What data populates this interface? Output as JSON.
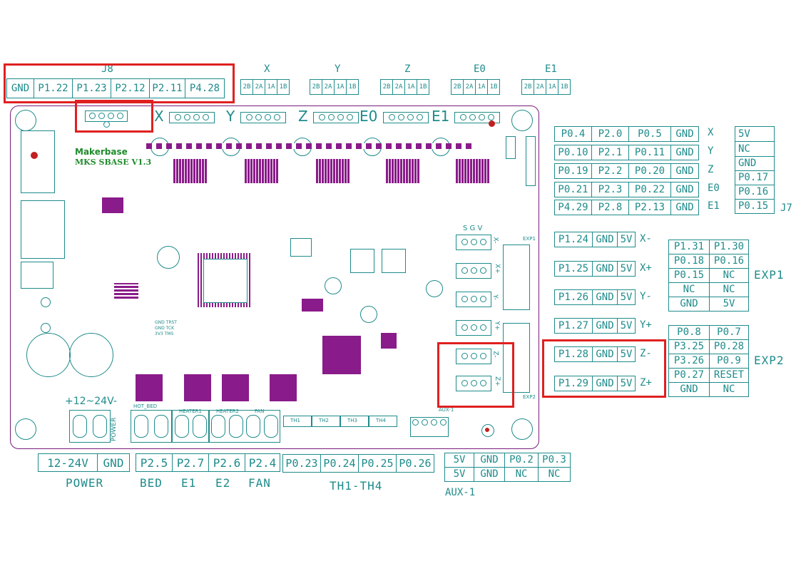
{
  "top": {
    "j8_label": "J8",
    "j8_pins": [
      "GND",
      "P1.22",
      "P1.23",
      "P2.12",
      "P2.11",
      "P4.28"
    ],
    "motor_headers": [
      {
        "label": "X",
        "pins": [
          "2B",
          "2A",
          "1A",
          "1B"
        ]
      },
      {
        "label": "Y",
        "pins": [
          "2B",
          "2A",
          "1A",
          "1B"
        ]
      },
      {
        "label": "Z",
        "pins": [
          "2B",
          "2A",
          "1A",
          "1B"
        ]
      },
      {
        "label": "E0",
        "pins": [
          "2B",
          "2A",
          "1A",
          "1B"
        ]
      },
      {
        "label": "E1",
        "pins": [
          "2B",
          "2A",
          "1A",
          "1B"
        ]
      }
    ]
  },
  "board": {
    "brand": "Makerbase",
    "model": "MKS SBASE V1.3",
    "axis_labels": [
      "X",
      "Y",
      "Z",
      "E0",
      "E1"
    ],
    "power_label": "+12~24V-",
    "power_vertical": "POWER",
    "sgv": "S G V",
    "endstop_side": [
      "X-",
      "X+",
      "Y-",
      "Y+",
      "Z-",
      "Z+"
    ],
    "terminal_labels": [
      "HOT_BED",
      "HEATER1",
      "HEATER2",
      "FAN"
    ],
    "thermistor_labels": [
      "TH1",
      "TH2",
      "TH3",
      "TH4"
    ],
    "aux_label": "AUX-1",
    "exp_labels": [
      "EXP1",
      "EXP2"
    ],
    "jtag_text": [
      "GND TRST",
      "GND TCK",
      "3V3 TMS"
    ]
  },
  "driver_pins": {
    "rows": [
      {
        "cells": [
          "P0.4",
          "P2.0",
          "P0.5",
          "GND"
        ],
        "axis": "X"
      },
      {
        "cells": [
          "P0.10",
          "P2.1",
          "P0.11",
          "GND"
        ],
        "axis": "Y"
      },
      {
        "cells": [
          "P0.19",
          "P2.2",
          "P0.20",
          "GND"
        ],
        "axis": "Z"
      },
      {
        "cells": [
          "P0.21",
          "P2.3",
          "P0.22",
          "GND"
        ],
        "axis": "E0"
      },
      {
        "cells": [
          "P4.29",
          "P2.8",
          "P2.13",
          "GND"
        ],
        "axis": "E1"
      }
    ],
    "j7_pins": [
      "5V",
      "NC",
      "GND",
      "P0.17",
      "P0.16",
      "P0.15"
    ],
    "j7_label": "J7"
  },
  "endstops": [
    {
      "cells": [
        "P1.24",
        "GND",
        "5V"
      ],
      "label": "X-"
    },
    {
      "cells": [
        "P1.25",
        "GND",
        "5V"
      ],
      "label": "X+"
    },
    {
      "cells": [
        "P1.26",
        "GND",
        "5V"
      ],
      "label": "Y-"
    },
    {
      "cells": [
        "P1.27",
        "GND",
        "5V"
      ],
      "label": "Y+"
    },
    {
      "cells": [
        "P1.28",
        "GND",
        "5V"
      ],
      "label": "Z-"
    },
    {
      "cells": [
        "P1.29",
        "GND",
        "5V"
      ],
      "label": "Z+"
    }
  ],
  "exp1": {
    "label": "EXP1",
    "rows": [
      [
        "P1.31",
        "P1.30"
      ],
      [
        "P0.18",
        "P0.16"
      ],
      [
        "P0.15",
        "NC"
      ],
      [
        "NC",
        "NC"
      ],
      [
        "GND",
        "5V"
      ]
    ]
  },
  "exp2": {
    "label": "EXP2",
    "rows": [
      [
        "P0.8",
        "P0.7"
      ],
      [
        "P3.25",
        "P0.28"
      ],
      [
        "P3.26",
        "P0.9"
      ],
      [
        "P0.27",
        "RESET"
      ],
      [
        "GND",
        "NC"
      ]
    ]
  },
  "bottom": {
    "power": {
      "cells": [
        "12-24V",
        "GND"
      ],
      "label": "POWER"
    },
    "outputs": {
      "cells": [
        "P2.5",
        "P2.7",
        "P2.6",
        "P2.4"
      ],
      "labels": [
        "BED",
        "E1",
        "E2",
        "FAN"
      ]
    },
    "thermistors": {
      "cells": [
        "P0.23",
        "P0.24",
        "P0.25",
        "P0.26"
      ],
      "label": "TH1-TH4"
    },
    "aux": {
      "row1": [
        "5V",
        "GND",
        "P0.2",
        "P0.3"
      ],
      "row2": [
        "5V",
        "GND",
        "NC",
        "NC"
      ],
      "label": "AUX-1"
    }
  },
  "colors": {
    "line": "#1f8b8b",
    "board": "#7a1b7a",
    "chip": "#8a1b8a",
    "highlight": "#e02020"
  }
}
